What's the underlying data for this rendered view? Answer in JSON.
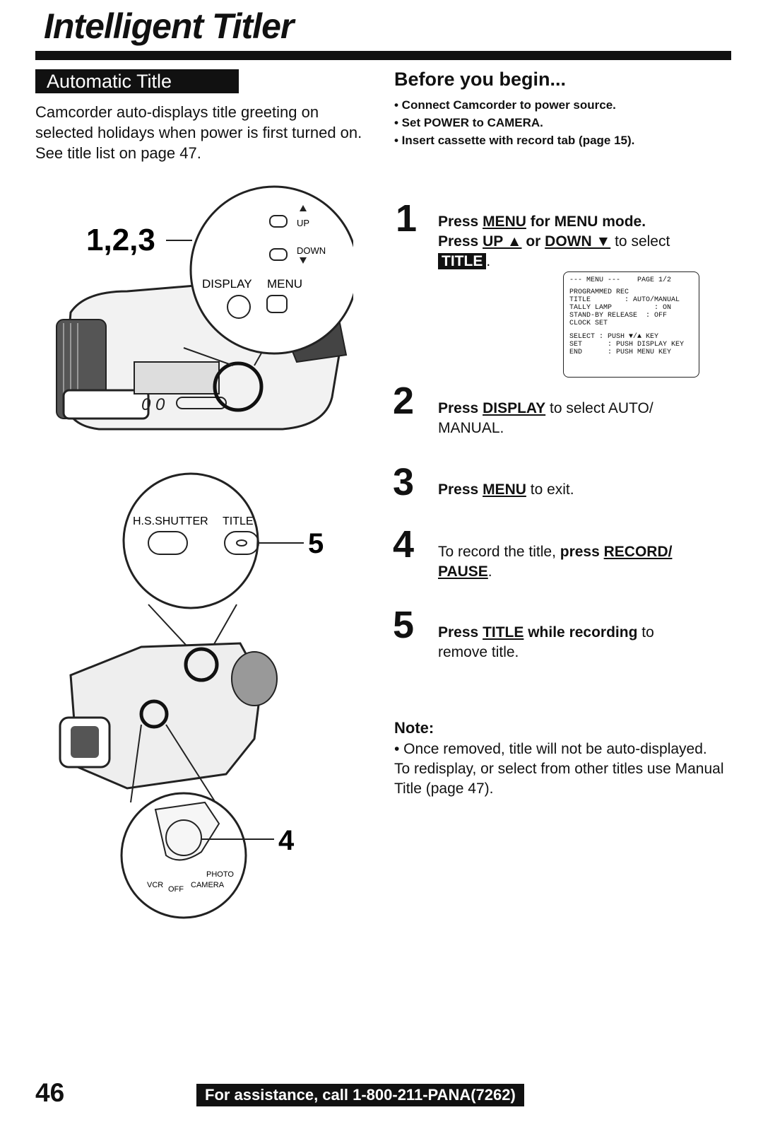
{
  "page": {
    "title": "Intelligent Titler",
    "section_heading": "Automatic Title",
    "intro": "Camcorder auto-displays title greeting on selected holidays when power is first turned on. See title list on page 47."
  },
  "before": {
    "heading": "Before you begin...",
    "items": [
      "• Connect Camcorder to power source.",
      "• Set POWER to CAMERA.",
      "• Insert cassette with record tab (page 15)."
    ]
  },
  "steps": [
    {
      "num": "1"
    },
    {
      "num": "2"
    },
    {
      "num": "3"
    },
    {
      "num": "4"
    },
    {
      "num": "5"
    }
  ],
  "step1": {
    "a": "Press ",
    "b": "MENU",
    "c": " for MENU mode.",
    "d": "Press ",
    "e": "UP ▲",
    "f": " or ",
    "g": "DOWN ▼",
    "h": " to select",
    "i": "TITLE",
    "j": "."
  },
  "step2": {
    "a": "Press ",
    "b": "DISPLAY",
    "c": " to select AUTO/",
    "d": "MANUAL."
  },
  "step3": {
    "a": "Press ",
    "b": "MENU",
    "c": " to exit."
  },
  "step4": {
    "a": "To record the title, ",
    "b": "press ",
    "c": "RECORD/",
    "d": "PAUSE",
    "e": "."
  },
  "step5": {
    "a": "Press ",
    "b": "TITLE",
    "c": " while recording",
    "d": " to",
    "e": "remove title."
  },
  "menu_screen": {
    "rows": [
      "--- MENU ---    PAGE 1/2",
      "PROGRAMMED REC",
      "TITLE        : AUTO/MANUAL",
      "TALLY LAMP          : ON",
      "STAND-BY RELEASE  : OFF",
      "CLOCK SET",
      "SELECT : PUSH ▼/▲ KEY",
      "SET      : PUSH DISPLAY KEY",
      "END      : PUSH MENU KEY"
    ]
  },
  "diagram_top": {
    "callout": "1,2,3",
    "up": "UP",
    "down": "DOWN",
    "display": "DISPLAY",
    "menu": "MENU"
  },
  "diagram_bottom": {
    "shutter": "H.S.SHUTTER",
    "title_btn": "TITLE",
    "callout5": "5",
    "callout4": "4",
    "vcr": "VCR",
    "off": "OFF",
    "camera": "CAMERA",
    "photo": "PHOTO"
  },
  "note": {
    "heading": "Note:",
    "body": "• Once removed, title will not be auto-displayed. To redisplay, or select from other titles use Manual Title (page 47)."
  },
  "footer": {
    "page_number": "46",
    "assistance": "For assistance, call 1-800-211-PANA(7262)"
  }
}
